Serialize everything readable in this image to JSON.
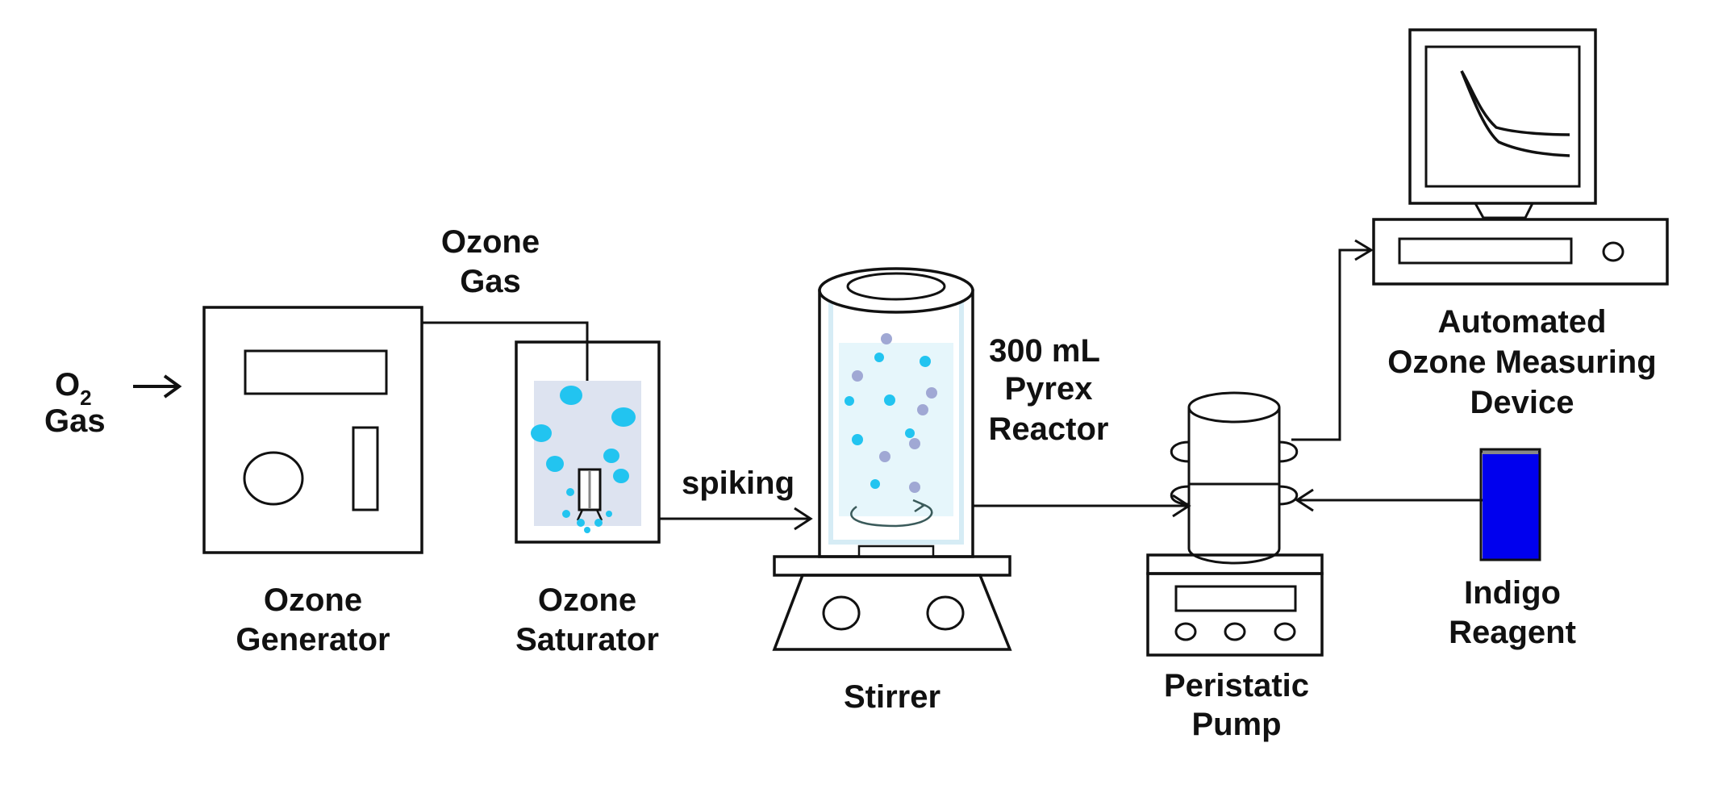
{
  "labels": {
    "o2": "O",
    "o2_sub": "2",
    "gas": "Gas",
    "ozone_gas_1": "Ozone",
    "ozone_gas_2": "Gas",
    "gen_1": "Ozone",
    "gen_2": "Generator",
    "sat_1": "Ozone",
    "sat_2": "Saturator",
    "spiking": "spiking",
    "reactor_1": "300 mL",
    "reactor_2": "Pyrex",
    "reactor_3": "Reactor",
    "stirrer": "Stirrer",
    "pump_1": "Peristatic",
    "pump_2": "Pump",
    "device_1": "Automated",
    "device_2": "Ozone Measuring",
    "device_3": "Device",
    "indigo_1": "Indigo",
    "indigo_2": "Reagent"
  },
  "colors": {
    "line": "#111111",
    "water_fill": "#dde3f0",
    "reactor_water": "#e6f6fb",
    "bubble_cyan": "#22c4f0",
    "bubble_gray": "#a0a8d4",
    "indigo": "#0000ee"
  },
  "icons": {
    "arrow": "arrow-icon",
    "dial": "dial-icon"
  }
}
